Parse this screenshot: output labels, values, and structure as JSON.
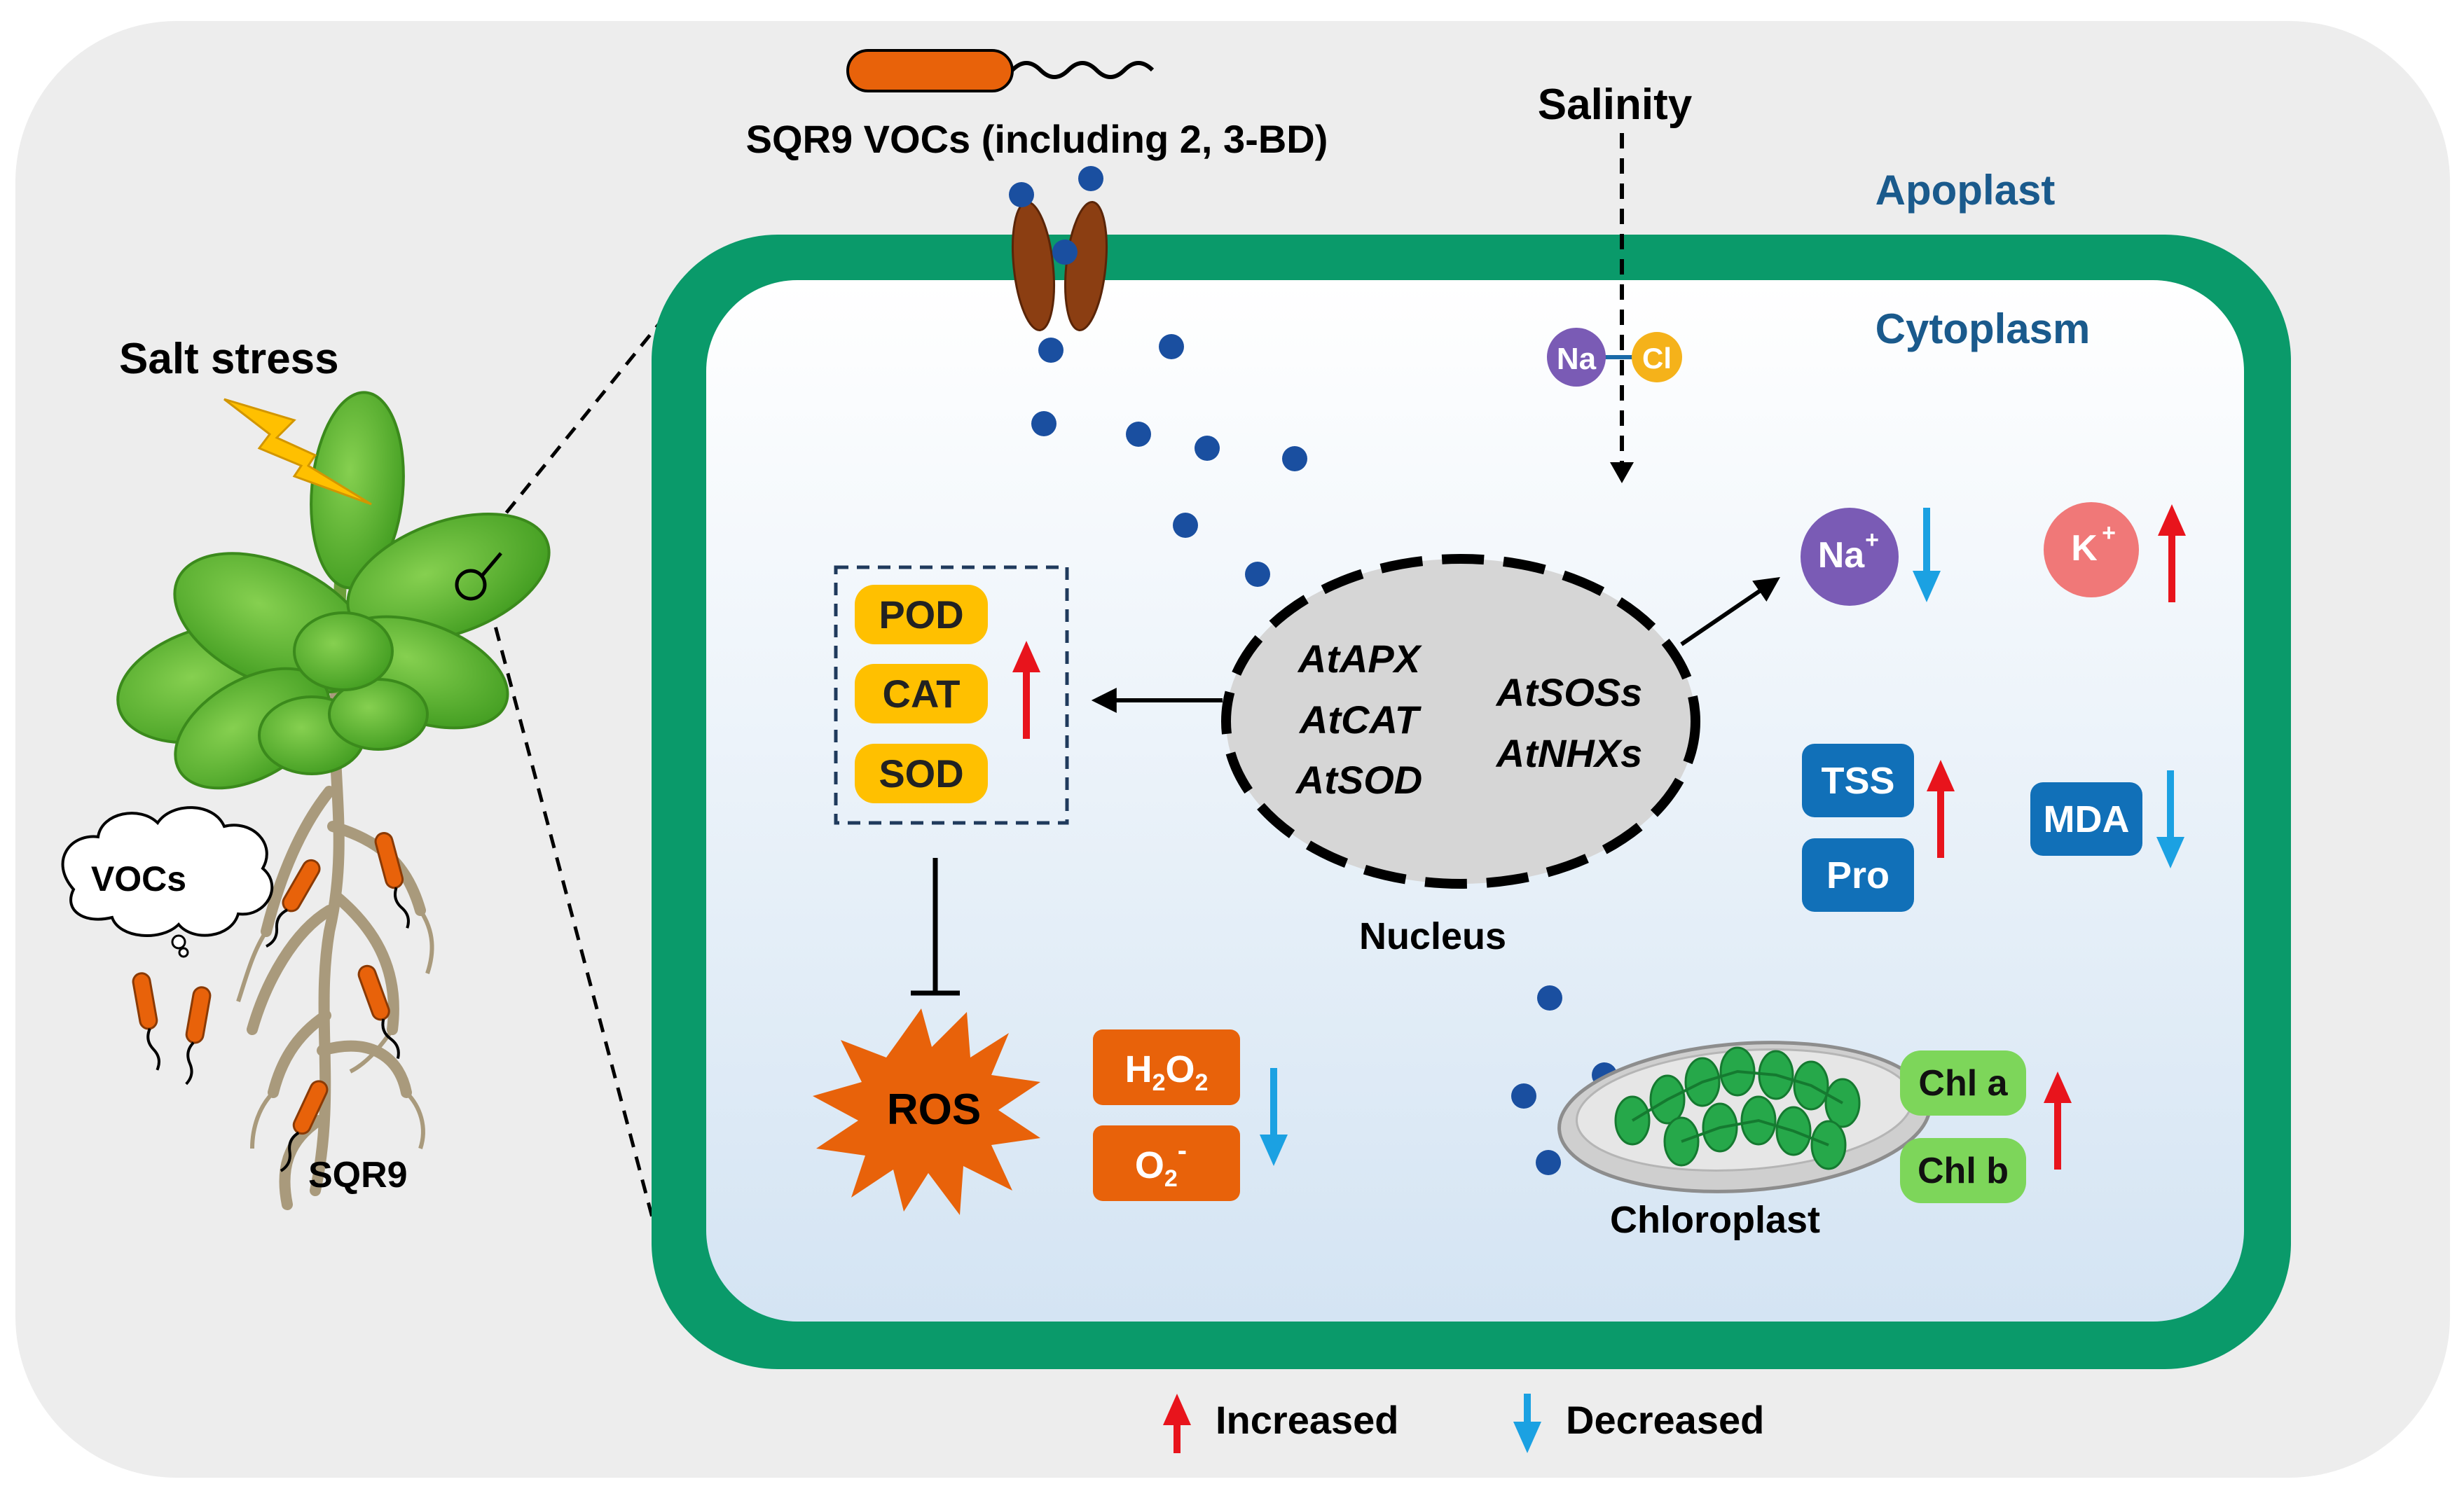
{
  "labels": {
    "salt_stress": "Salt stress",
    "vocs_bubble": "VOCs",
    "sqr9": "SQR9",
    "sqr9_vocs": "SQR9 VOCs (including 2, 3-BD)",
    "salinity": "Salinity",
    "apoplast": "Apoplast",
    "cytoplasm": "Cytoplasm",
    "nucleus": "Nucleus",
    "chloroplast": "Chloroplast",
    "ros": "ROS"
  },
  "ions": {
    "na": "Na",
    "cl": "Cl",
    "na_plus": "Na",
    "na_plus_sup": "+",
    "k_plus": "K",
    "k_plus_sup": "+"
  },
  "enzymes": [
    "POD",
    "CAT",
    "SOD"
  ],
  "genes_left": [
    "AtAPX",
    "AtCAT",
    "AtSOD"
  ],
  "genes_right": [
    "AtSOSs",
    "AtNHXs"
  ],
  "osmolytes": [
    "TSS",
    "Pro"
  ],
  "mda": "MDA",
  "ros_species": {
    "h2o2": {
      "a": "H",
      "b": "2",
      "c": "O",
      "d": "2"
    },
    "o2": {
      "a": "O",
      "b": "2",
      "c": "-"
    }
  },
  "chlorophyll": [
    "Chl a",
    "Chl b"
  ],
  "legend": {
    "increased": "Increased",
    "decreased": "Decreased"
  },
  "colors": {
    "increase_arrow": "#e8141c",
    "decrease_arrow": "#1ba1e2",
    "cell_wall": "#0a9a6a",
    "enzyme_box": "#ffc000",
    "blue_box": "#1170b8",
    "ros_orange": "#e8620a",
    "chl_green": "#7dd65a",
    "voc_dot": "#1a4fa0"
  }
}
